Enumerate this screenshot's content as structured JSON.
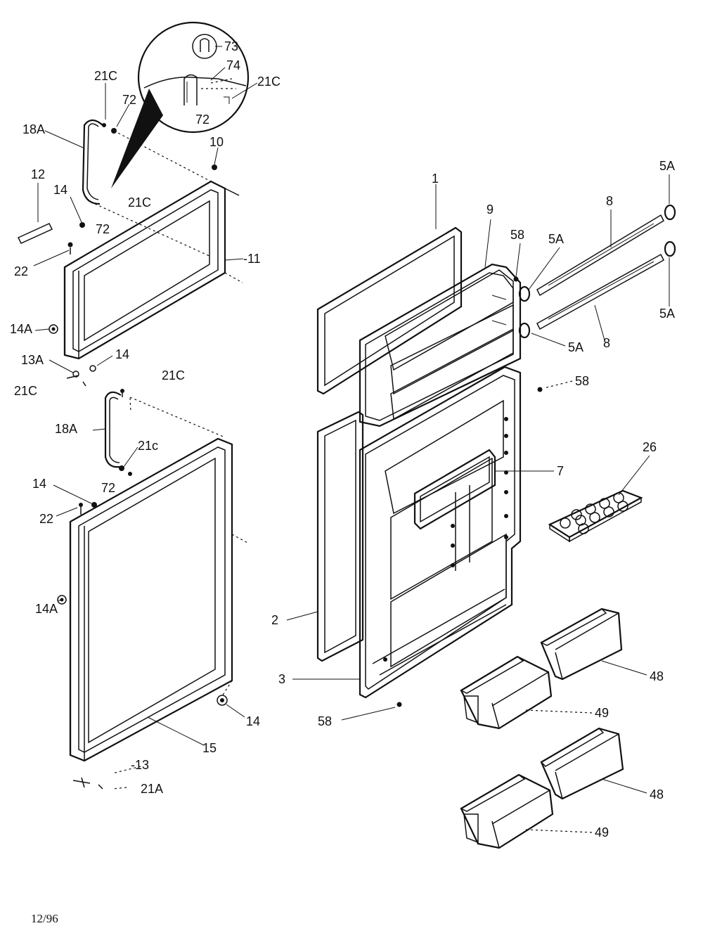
{
  "diagram": {
    "date": "12/96",
    "labels": {
      "p73": "73",
      "p74": "74",
      "p21C_a": "21C",
      "p21C_b": "21C",
      "p72_a": "72",
      "p72_b": "72",
      "p18A_a": "18A",
      "p10": "10",
      "p12": "12",
      "p14_a": "14",
      "p21C_c": "21C",
      "p72_c": "72",
      "p22_a": "22",
      "p11": "-11",
      "p14A_a": "14A",
      "p13A": "13A",
      "p14_b": "14",
      "p21C_d": "21C",
      "p21C_e": "21C",
      "p18A_b": "18A",
      "p21c_f": "21c",
      "p72_d": "72",
      "p14_c": "14",
      "p22_b": "22",
      "p14A_b": "14A",
      "p14_d": "14",
      "p15": "15",
      "p13": "-13",
      "p21A": "21A",
      "p1": "1",
      "p9": "9",
      "p58_a": "58",
      "p5A_a": "5A",
      "p8_a": "8",
      "p5A_b": "5A",
      "p5A_c": "5A",
      "p5A_d": "5A",
      "p8_b": "8",
      "p58_b": "58",
      "p26": "26",
      "p7": "7",
      "p2": "2",
      "p3": "3",
      "p58_c": "58",
      "p48_a": "48",
      "p49_a": "49",
      "p48_b": "48",
      "p49_b": "49"
    }
  }
}
